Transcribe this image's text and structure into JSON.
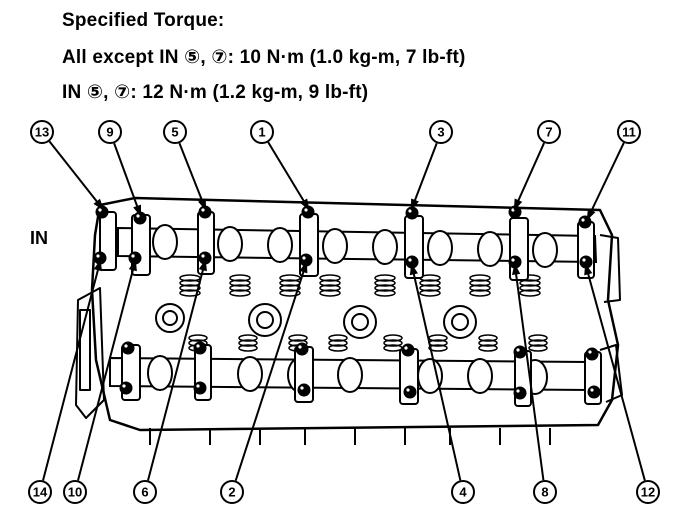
{
  "spec": {
    "title": "Specified Torque:",
    "line1": "All except IN ⑤, ⑦: 10 N·m (1.0 kg-m, 7 lb-ft)",
    "line2": "IN ⑤, ⑦: 12 N·m (1.2 kg-m, 9 lb-ft)"
  },
  "side_label": "IN",
  "callouts": [
    {
      "name": "callout-13",
      "label": "13"
    },
    {
      "name": "callout-9",
      "label": "9"
    },
    {
      "name": "callout-5",
      "label": "5"
    },
    {
      "name": "callout-1",
      "label": "1"
    },
    {
      "name": "callout-3",
      "label": "3"
    },
    {
      "name": "callout-7",
      "label": "7"
    },
    {
      "name": "callout-11",
      "label": "11"
    },
    {
      "name": "callout-14",
      "label": "14"
    },
    {
      "name": "callout-10",
      "label": "10"
    },
    {
      "name": "callout-6",
      "label": "6"
    },
    {
      "name": "callout-2",
      "label": "2"
    },
    {
      "name": "callout-4",
      "label": "4"
    },
    {
      "name": "callout-8",
      "label": "8"
    },
    {
      "name": "callout-12",
      "label": "12"
    }
  ]
}
